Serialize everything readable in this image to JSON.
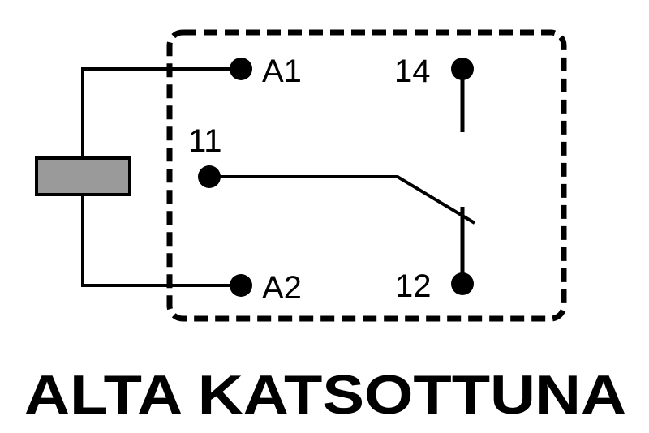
{
  "terminals": {
    "a1": "A1",
    "a2": "A2",
    "t11": "11",
    "t12": "12",
    "t14": "14"
  },
  "caption": "ALTA KATSOTTUNA",
  "colors": {
    "coil_fill": "#9a9a9a",
    "line": "#000000"
  }
}
